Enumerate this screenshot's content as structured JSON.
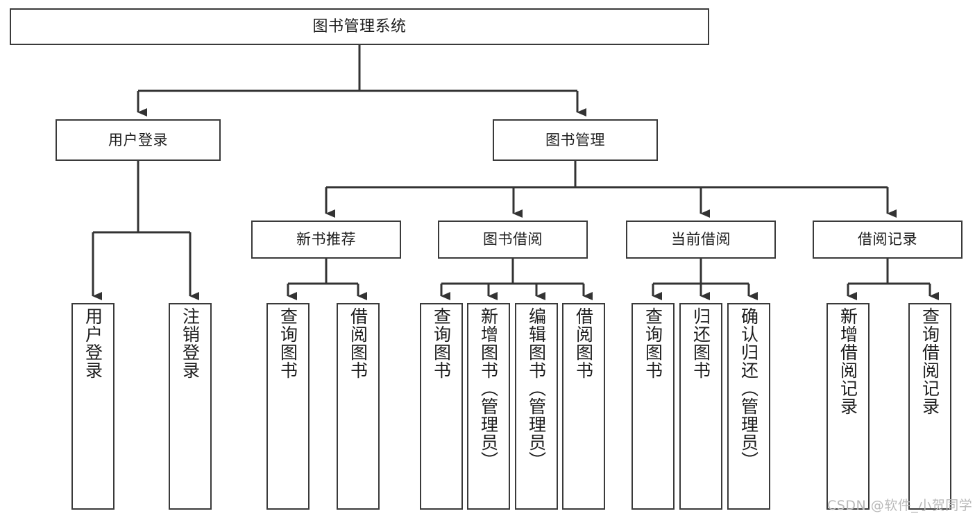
{
  "diagram": {
    "kind": "function-structure-tree",
    "title": "图书管理系统",
    "watermark": "CSDN @软件_小贺同学",
    "colors": {
      "box_border": "#3a3a3a",
      "box_fill": "#ffffff",
      "connector": "#333333",
      "text": "#1d1d1d",
      "watermark": "#b9b9b9",
      "background": "#ffffff"
    },
    "levels": {
      "level1": [
        "图书管理系统"
      ],
      "level2": [
        "用户登录",
        "图书管理"
      ],
      "level3": [
        "新书推荐",
        "图书借阅",
        "当前借阅",
        "借阅记录"
      ],
      "level4": [
        "用户登录",
        "注销登录",
        "查询图书",
        "借阅图书",
        "查询图书",
        "新增图书（管理员）",
        "编辑图书（管理员）",
        "借阅图书",
        "查询图书",
        "归还图书",
        "确认归还（管理员）",
        "新增借阅记录",
        "查询借阅记录"
      ]
    },
    "root": {
      "label": "图书管理系统"
    },
    "branches": [
      {
        "label": "用户登录",
        "children": [
          {
            "label": "用户登录"
          },
          {
            "label": "注销登录"
          }
        ]
      },
      {
        "label": "图书管理",
        "children": [
          {
            "label": "新书推荐",
            "children": [
              {
                "label": "查询图书"
              },
              {
                "label": "借阅图书"
              }
            ]
          },
          {
            "label": "图书借阅",
            "children": [
              {
                "label": "查询图书"
              },
              {
                "label": "新增图书（管理员）"
              },
              {
                "label": "编辑图书（管理员）"
              },
              {
                "label": "借阅图书"
              }
            ]
          },
          {
            "label": "当前借阅",
            "children": [
              {
                "label": "查询图书"
              },
              {
                "label": "归还图书"
              },
              {
                "label": "确认归还（管理员）"
              }
            ]
          },
          {
            "label": "借阅记录",
            "children": [
              {
                "label": "新增借阅记录"
              },
              {
                "label": "查询借阅记录"
              }
            ]
          }
        ]
      }
    ]
  }
}
